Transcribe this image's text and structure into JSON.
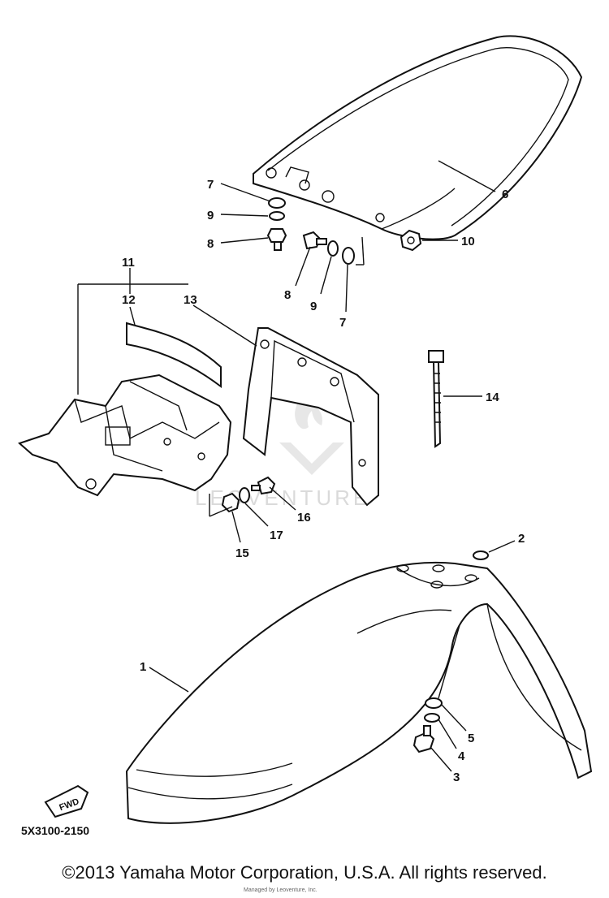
{
  "diagram": {
    "code": "5X3100-2150",
    "fwd_label": "FWD",
    "watermark": "LEOVENTURE",
    "callouts": {
      "c1": "1",
      "c2": "2",
      "c3": "3",
      "c4": "4",
      "c5": "5",
      "c6": "6",
      "c7a": "7",
      "c7b": "7",
      "c8a": "8",
      "c8b": "8",
      "c9a": "9",
      "c9b": "9",
      "c10": "10",
      "c11": "11",
      "c12": "12",
      "c13": "13",
      "c14": "14",
      "c15": "15",
      "c16": "16",
      "c17": "17"
    }
  },
  "footer": {
    "copyright": "©2013 Yamaha Motor Corporation, U.S.A. All rights reserved.",
    "credit": "Managed by Leoventure, Inc."
  }
}
